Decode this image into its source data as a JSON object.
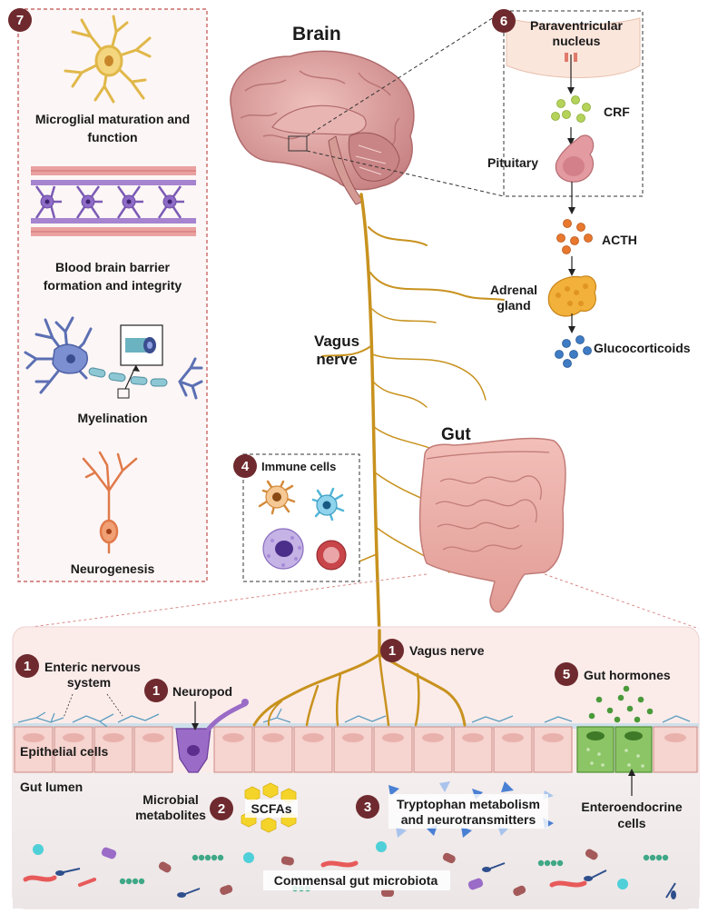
{
  "labels": {
    "brain": "Brain",
    "vagus_nerve_top": "Vagus",
    "vagus_nerve_bottom": "nerve",
    "gut": "Gut",
    "paraventricular_1": "Paraventricular",
    "paraventricular_2": "nucleus",
    "crf": "CRF",
    "pituitary": "Pituitary",
    "acth": "ACTH",
    "adrenal_1": "Adrenal",
    "adrenal_2": "gland",
    "glucocorticoids": "Glucocorticoids",
    "immune_cells": "Immune cells",
    "microglia_1": "Microglial maturation and",
    "microglia_2": "function",
    "bbb_1": "Blood brain barrier",
    "bbb_2": "formation and integrity",
    "myelination": "Myelination",
    "neurogenesis": "Neurogenesis",
    "enteric_1": "Enteric nervous",
    "enteric_2": "system",
    "neuropod": "Neuropod",
    "vagus_nerve_gut": "Vagus nerve",
    "gut_hormones": "Gut hormones",
    "epithelial_cells": "Epithelial cells",
    "gut_lumen": "Gut lumen",
    "microbial_1": "Microbial",
    "microbial_2": "metabolites",
    "scfas": "SCFAs",
    "tryptophan_1": "Tryptophan metabolism",
    "tryptophan_2": "and neurotransmitters",
    "enteroendocrine_1": "Enteroendocrine",
    "enteroendocrine_2": "cells",
    "commensal": "Commensal gut microbiota"
  },
  "badges": {
    "b7": "7",
    "b6": "6",
    "b4": "4",
    "b1_enteric": "1",
    "b1_neuropod": "1",
    "b1_vagus": "1",
    "b5": "5",
    "b2": "2",
    "b3": "3"
  },
  "colors": {
    "badge": "#6e2a2e",
    "nerve": "#c8921e",
    "brain": "#d99a9a",
    "gut": "#eaa9a4",
    "crf": "#b5d35a",
    "acth": "#e8782e",
    "glucocorticoid": "#3f7cc4",
    "scfa": "#f5d42a",
    "tryptophan": "#4a80d4",
    "enteroendocrine": "#8cc566"
  }
}
